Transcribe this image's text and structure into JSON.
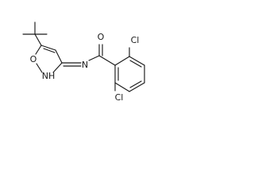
{
  "molecule": {
    "atom_labels": {
      "carbonyl_oxygen": "O",
      "amide_nitrogen": "N",
      "ring_nh": "NH",
      "ring_oxygen": "O",
      "chlorine_top": "Cl",
      "chlorine_bottom": "Cl"
    },
    "colors": {
      "bond": "#1a1a1a",
      "label": "#1a1a1a",
      "background": "#ffffff"
    }
  }
}
